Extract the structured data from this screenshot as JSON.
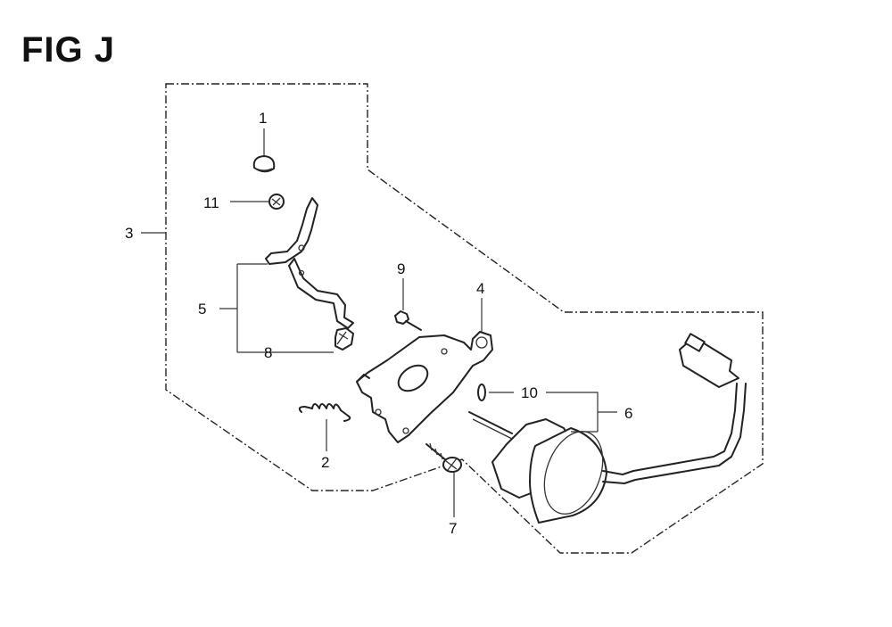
{
  "figure": {
    "title": "FIG J"
  },
  "callouts": [
    {
      "id": "c1",
      "label": "1"
    },
    {
      "id": "c2",
      "label": "2"
    },
    {
      "id": "c3",
      "label": "3"
    },
    {
      "id": "c4",
      "label": "4"
    },
    {
      "id": "c5",
      "label": "5"
    },
    {
      "id": "c6",
      "label": "6"
    },
    {
      "id": "c7",
      "label": "7"
    },
    {
      "id": "c8",
      "label": "8"
    },
    {
      "id": "c9",
      "label": "9"
    },
    {
      "id": "c10",
      "label": "10"
    },
    {
      "id": "c11",
      "label": "11"
    }
  ]
}
